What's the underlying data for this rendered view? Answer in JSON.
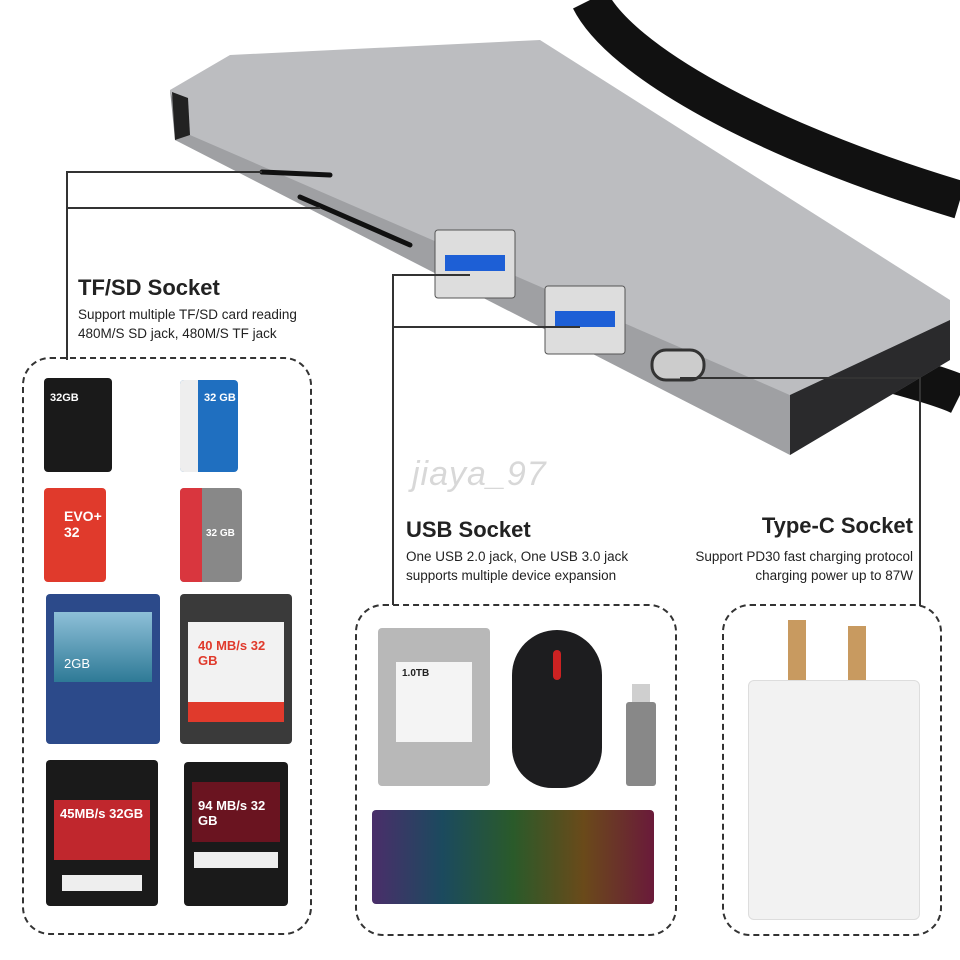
{
  "watermark": "jiaya_97",
  "sections": {
    "tf_sd": {
      "title": "TF/SD Socket",
      "lines": [
        "Support multiple TF/SD card reading",
        "480M/S SD jack, 480M/S TF jack"
      ]
    },
    "usb": {
      "title": "USB Socket",
      "lines": [
        "One USB 2.0 jack, One USB 3.0 jack",
        "supports multiple device expansion"
      ]
    },
    "typec": {
      "title": "Type-C Socket",
      "lines": [
        "Support PD30 fast charging protocol",
        "charging power up to 87W"
      ]
    }
  },
  "cards": [
    {
      "label": "32GB",
      "color": "#1a1a1a"
    },
    {
      "label": "32 GB",
      "color": "#1f6fc0"
    },
    {
      "label": "EVO+ 32",
      "color": "#e03a2c"
    },
    {
      "label": "32 GB",
      "color": "#888888"
    },
    {
      "label": "2GB",
      "color": "#2c4a8a"
    },
    {
      "label": "40 MB/s 32 GB",
      "color": "#3a3a3a"
    },
    {
      "label": "45MB/s 32GB",
      "color": "#1a1a1a"
    },
    {
      "label": "94 MB/s 32 GB",
      "color": "#1a1a1a"
    }
  ],
  "devices": {
    "hdd_label": "1.0TB"
  },
  "colors": {
    "hub_top": "#b9babd",
    "hub_front": "#2a2a2c",
    "usb_port": "#1d5fd6",
    "line": "#333333"
  }
}
